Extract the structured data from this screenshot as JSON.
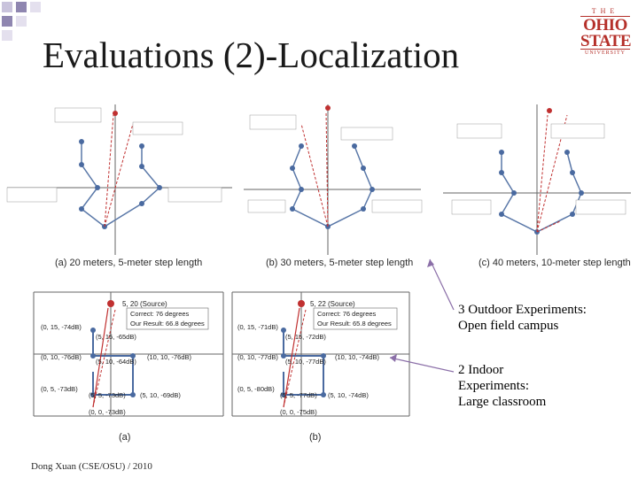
{
  "slide": {
    "title": "Evaluations (2)-Localization",
    "footer": "Dong Xuan (CSE/OSU) / 2010",
    "logo": {
      "line1": "THE",
      "line2": "OHIO",
      "line3": "STATE",
      "line4": "UNIVERSITY"
    },
    "colors": {
      "title": "#1a1a1a",
      "logo": "#b5302a",
      "arrow": "#8b6fa8",
      "deco_squares": "#8f86b0"
    }
  },
  "notes": {
    "outdoor": [
      "3 Outdoor Experiments:",
      "Open field campus"
    ],
    "indoor": [
      "2 Indoor",
      "Experiments:",
      "Large classroom"
    ]
  },
  "outdoor_figures": {
    "captions": [
      "(a) 20 meters, 5-meter step length",
      "(b) 30 meters, 5-meter step length",
      "(c) 40 meters, 10-meter step length"
    ]
  },
  "indoor_figures": {
    "a": {
      "caption": "(a)",
      "source": "5, 20 (Source)",
      "info": [
        "Correct: 76 degrees",
        "Our Result: 66.8 degrees"
      ],
      "labels": [
        "(0, 15, -74dB)",
        "(5, 15, -65dB)",
        "(0, 10, -76dB)",
        "(5, 10, -64dB)",
        "(10, 10, -76dB)",
        "(0, 5, -73dB)",
        "(5, 5, -73dB)",
        "(5, 10, -69dB)",
        "(0, 0, -73dB)"
      ]
    },
    "b": {
      "caption": "(b)",
      "source": "5, 22 (Source)",
      "info": [
        "Correct: 76 degrees",
        "Our Result: 65.8 degrees"
      ],
      "labels": [
        "(0, 15, -71dB)",
        "(5, 15, -72dB)",
        "(0, 10, -77dB)",
        "(5, 10, -77dB)",
        "(10, 10, -74dB)",
        "(0, 5, -80dB)",
        "(5, 5, -77dB)",
        "(5, 10, -74dB)",
        "(0, 0, -75dB)"
      ]
    }
  }
}
